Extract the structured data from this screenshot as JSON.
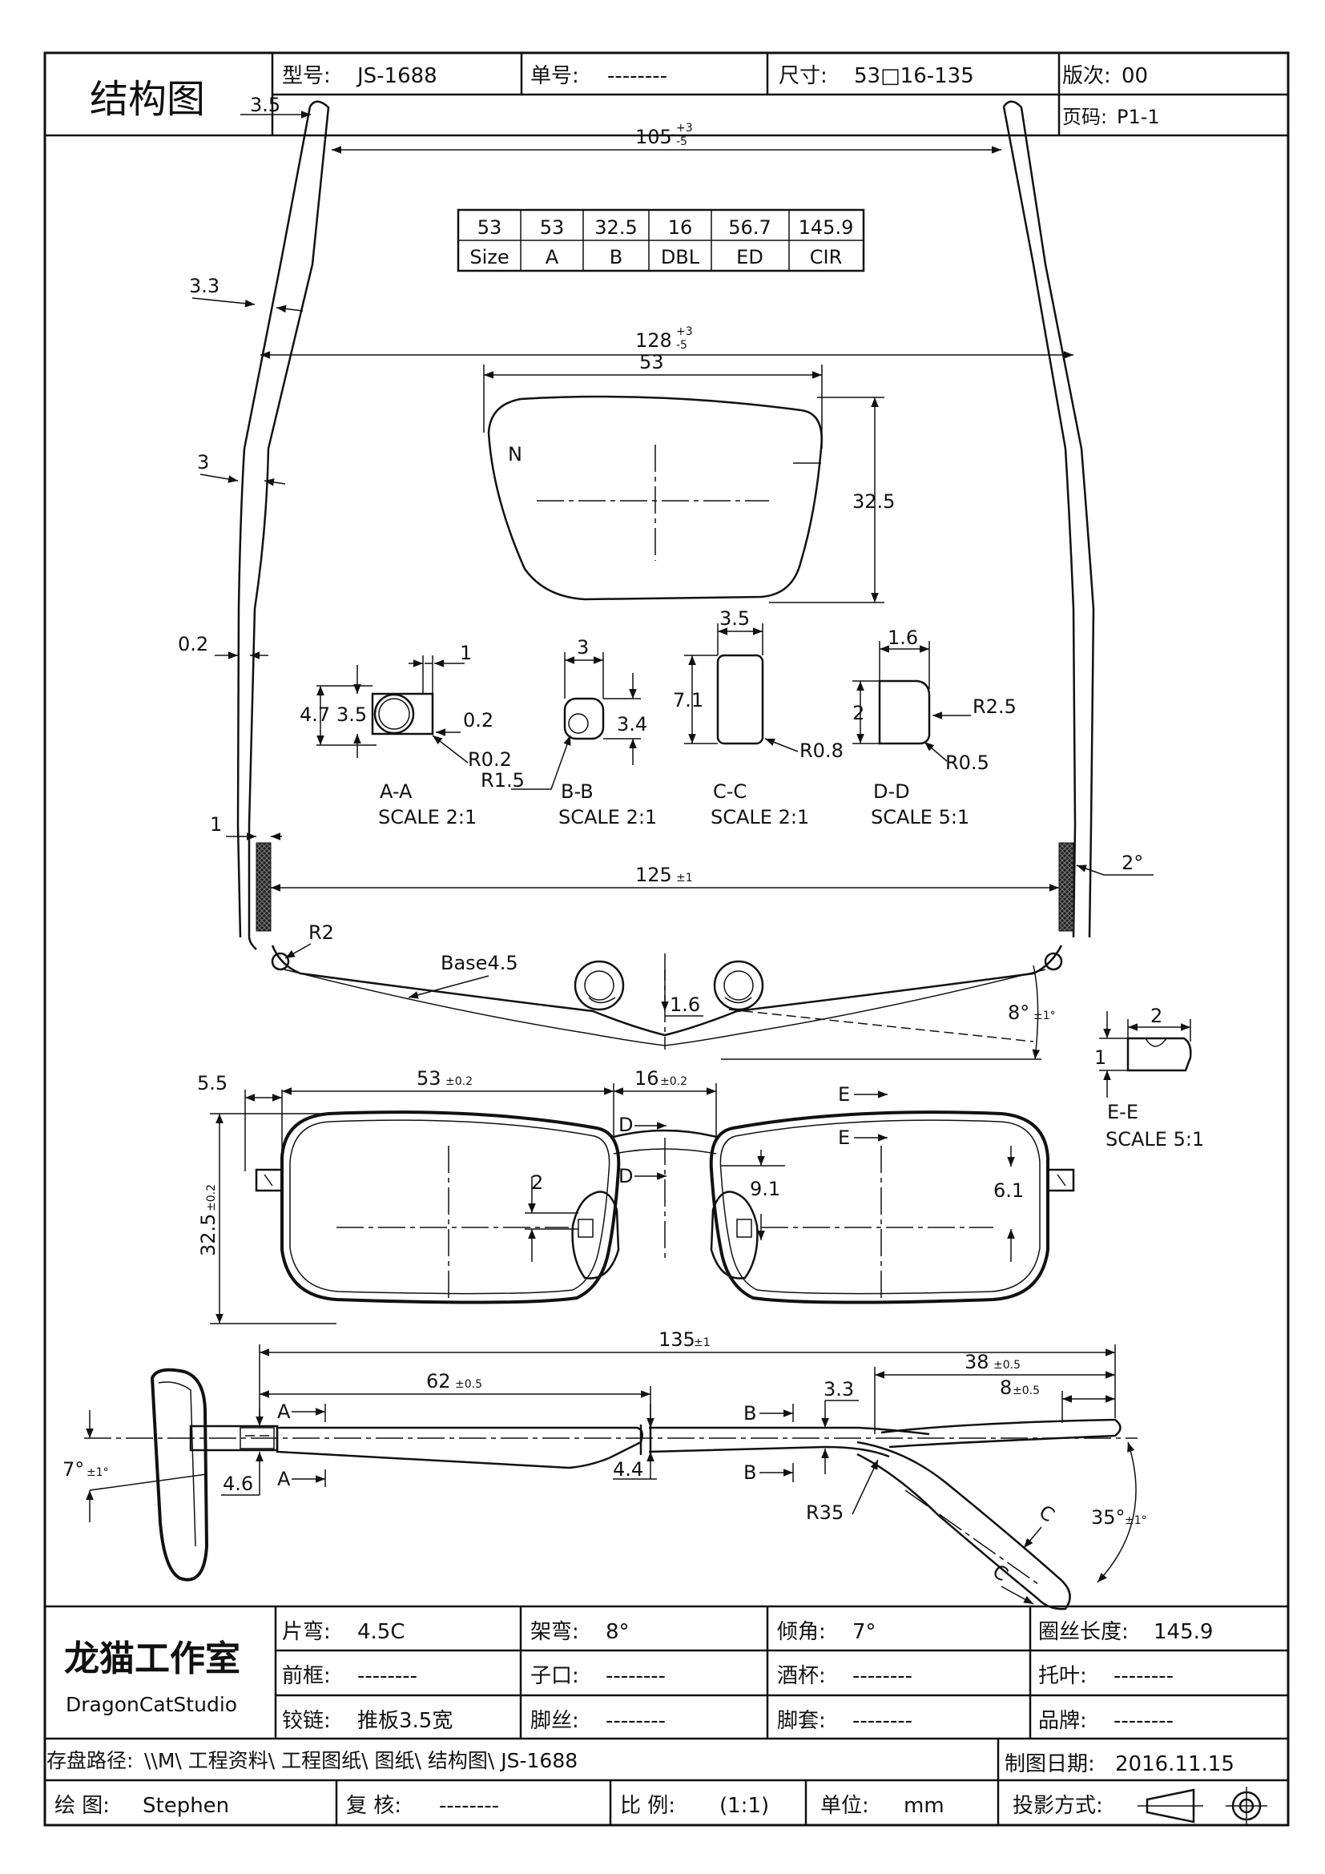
{
  "title_block": {
    "title": "结构图",
    "model_label": "型号:",
    "model_value": "JS-1688",
    "order_label": "单号:",
    "order_value": "--------",
    "size_label": "尺寸:",
    "size_value": "53□16-135",
    "version_label": "版次:",
    "version_value": "00",
    "page_label": "页码:",
    "page_value": "P1-1"
  },
  "size_table": {
    "values": [
      "53",
      "53",
      "32.5",
      "16",
      "56.7",
      "145.9"
    ],
    "headers": [
      "Size",
      "A",
      "B",
      "DBL",
      "ED",
      "CIR"
    ]
  },
  "dims": {
    "top_width": "105",
    "top_width_tol_up": "+3",
    "top_width_tol_dn": "-5",
    "mid_width": "128",
    "mid_width_tol_up": "+3",
    "mid_width_tol_dn": "-5",
    "temple_tip": "3.5",
    "temple_33": "3.3",
    "temple_3": "3",
    "wire_02": "0.2",
    "hinge_1": "1",
    "hinge_width": "125",
    "hinge_width_tol": "±1",
    "hinge_angle": "2°",
    "r2": "R2",
    "base": "Base4.5",
    "bridge_drop": "1.6",
    "front_angle": "8°",
    "front_angle_tol": "±1°",
    "lens_width": "53",
    "lens_height": "32.5",
    "lens_n": "N"
  },
  "sections": {
    "aa": {
      "d1": "1",
      "d2": "4.7",
      "d3": "3.5",
      "d4": "0.2",
      "d5": "R0.2",
      "d6": "R1.5",
      "name": "A-A",
      "scale": "SCALE 2:1"
    },
    "bb": {
      "d1": "3",
      "d2": "3.4",
      "name": "B-B",
      "scale": "SCALE 2:1"
    },
    "cc": {
      "d1": "3.5",
      "d2": "7.1",
      "d3": "R0.8",
      "name": "C-C",
      "scale": "SCALE 2:1"
    },
    "dd": {
      "d1": "1.6",
      "d2": "2",
      "d3": "R2.5",
      "d4": "R0.5",
      "name": "D-D",
      "scale": "SCALE 5:1"
    },
    "ee": {
      "d1": "2",
      "d2": "1",
      "name": "E-E",
      "scale": "SCALE 5:1"
    }
  },
  "front_view": {
    "d_hinge": "5.5",
    "d_lens": "53",
    "d_lens_tol": "±0.2",
    "d_bridge": "16",
    "d_bridge_tol": "±0.2",
    "d_height": "32.5",
    "d_height_tol": "±0.2",
    "d_pad": "2",
    "d_91": "9.1",
    "d_61": "6.1",
    "lbl_d": "D",
    "lbl_e": "E"
  },
  "side_view": {
    "total": "135",
    "total_tol": "±1",
    "front_len": "62",
    "front_len_tol": "±0.5",
    "tip_len": "38",
    "tip_len_tol": "±0.5",
    "end_len": "8",
    "end_len_tol": "±0.5",
    "d_33": "3.3",
    "d_44": "4.4",
    "d_46": "4.6",
    "r35": "R35",
    "tilt": "7°",
    "tilt_tol": "±1°",
    "bend": "35°",
    "bend_tol": "±1°",
    "lbl_a": "A",
    "lbl_b": "B",
    "lbl_c": "C"
  },
  "spec_block": {
    "studio_cn": "龙猫工作室",
    "studio_en": "DragonCatStudio",
    "rows": [
      [
        {
          "label": "片弯:",
          "value": "4.5C"
        },
        {
          "label": "架弯:",
          "value": "8°"
        },
        {
          "label": "倾角:",
          "value": "7°"
        },
        {
          "label": "圈丝长度:",
          "value": "145.9"
        }
      ],
      [
        {
          "label": "前框:",
          "value": "--------"
        },
        {
          "label": "子口:",
          "value": "--------"
        },
        {
          "label": "酒杯:",
          "value": "--------"
        },
        {
          "label": "托叶:",
          "value": "--------"
        }
      ],
      [
        {
          "label": "铰链:",
          "value": "推板3.5宽"
        },
        {
          "label": "脚丝:",
          "value": "--------"
        },
        {
          "label": "脚套:",
          "value": "--------"
        },
        {
          "label": "品牌:",
          "value": "--------"
        }
      ]
    ],
    "path_label": "存盘路径:",
    "path_value": "\\\\M\\ 工程资料\\ 工程图纸\\ 图纸\\ 结构图\\ JS-1688",
    "date_label": "制图日期:",
    "date_value": "2016.11.15",
    "draw_label": "绘 图:",
    "draw_value": "Stephen",
    "check_label": "复 核:",
    "check_value": "--------",
    "scale_label": "比 例:",
    "scale_value": "(1:1)",
    "unit_label": "单位:",
    "unit_value": "mm",
    "proj_label": "投影方式:"
  }
}
